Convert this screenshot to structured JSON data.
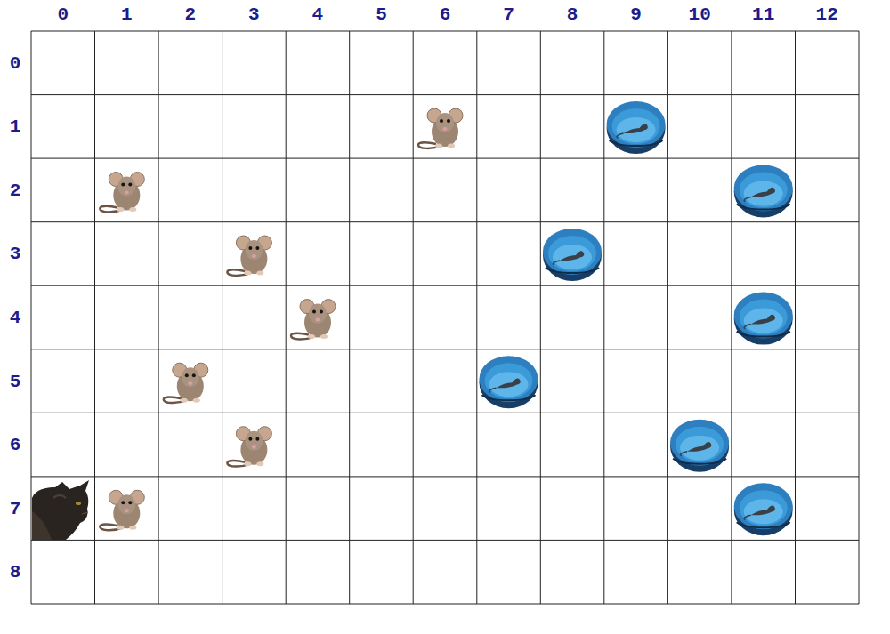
{
  "diagram": {
    "labels": [
      "0",
      "1",
      "2",
      "3",
      "4",
      "5",
      "6",
      "7",
      "8",
      "9",
      "10",
      "11",
      "12",
      "0",
      "1",
      "2",
      "3",
      "4",
      "5",
      "6",
      "7",
      "8"
    ]
  }
}
